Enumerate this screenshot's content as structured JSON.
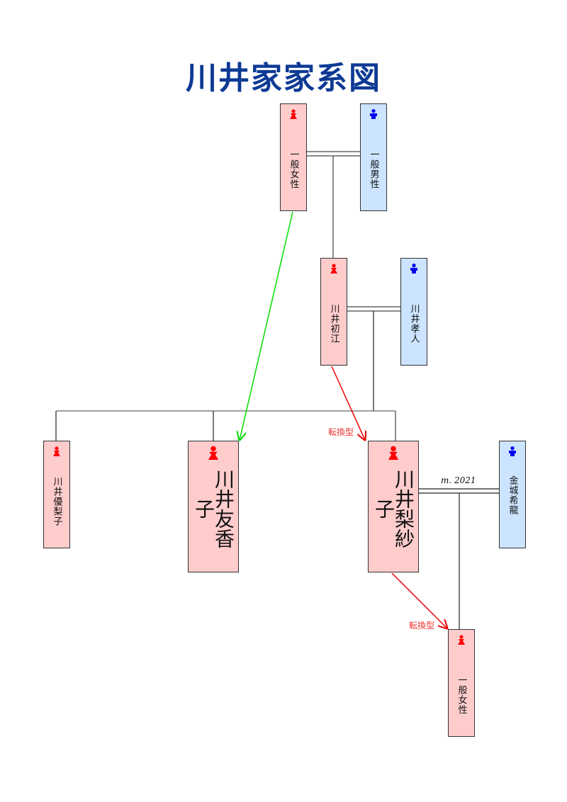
{
  "title": "川井家家系図",
  "colors": {
    "title": "#0d3a94",
    "female_fill": "#ffcccc",
    "male_fill": "#cce4ff",
    "female_icon": "#ff0000",
    "male_icon": "#0000ee",
    "adoption_arrow": "#00dd00",
    "transition_arrow": "#ee0000"
  },
  "persons": {
    "gen1_female": {
      "name": "一般女性",
      "gender": "female",
      "icon": "female-person-icon"
    },
    "gen1_male": {
      "name": "一般男性",
      "gender": "male",
      "icon": "male-person-icon"
    },
    "hatsue": {
      "name": "川井初江",
      "gender": "female",
      "icon": "female-person-icon"
    },
    "takahito": {
      "name": "川井孝人",
      "gender": "male",
      "icon": "male-person-icon"
    },
    "yuriko": {
      "name": "川井優梨子",
      "gender": "female",
      "icon": "female-person-icon"
    },
    "yukako": {
      "name": "川井友香子",
      "gender": "female",
      "icon": "female-person-icon"
    },
    "risako": {
      "name": "川井梨紗子",
      "gender": "female",
      "icon": "female-person-icon"
    },
    "kiryu": {
      "name": "金城希龍",
      "gender": "male",
      "icon": "male-person-icon"
    },
    "gen4_female": {
      "name": "一般女性",
      "gender": "female",
      "icon": "female-person-icon"
    }
  },
  "relations": {
    "marriage_risako_kiryu": "m. 2021",
    "transition_label_1": "転換型",
    "transition_label_2": "転換型"
  }
}
